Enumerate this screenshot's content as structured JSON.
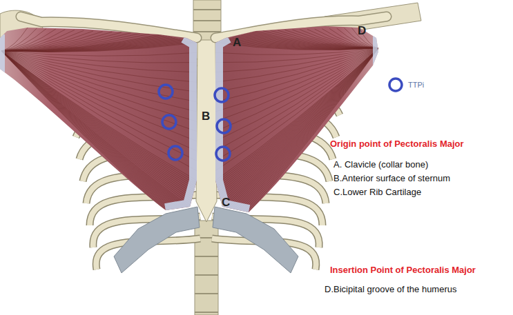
{
  "diagram": {
    "labels": [
      "A",
      "B",
      "C",
      "D",
      "Origin point of Pectoralis Major",
      "A. Clavicle (collar bone)",
      "B.Anterior surface of sternum",
      "C.Lower Rib Cartilage",
      "Insertion Point of Pectoralis Major",
      "D.Bicipital groove of the humerus"
    ],
    "legend": [
      {
        "text": "TTPi"
      }
    ]
  }
}
